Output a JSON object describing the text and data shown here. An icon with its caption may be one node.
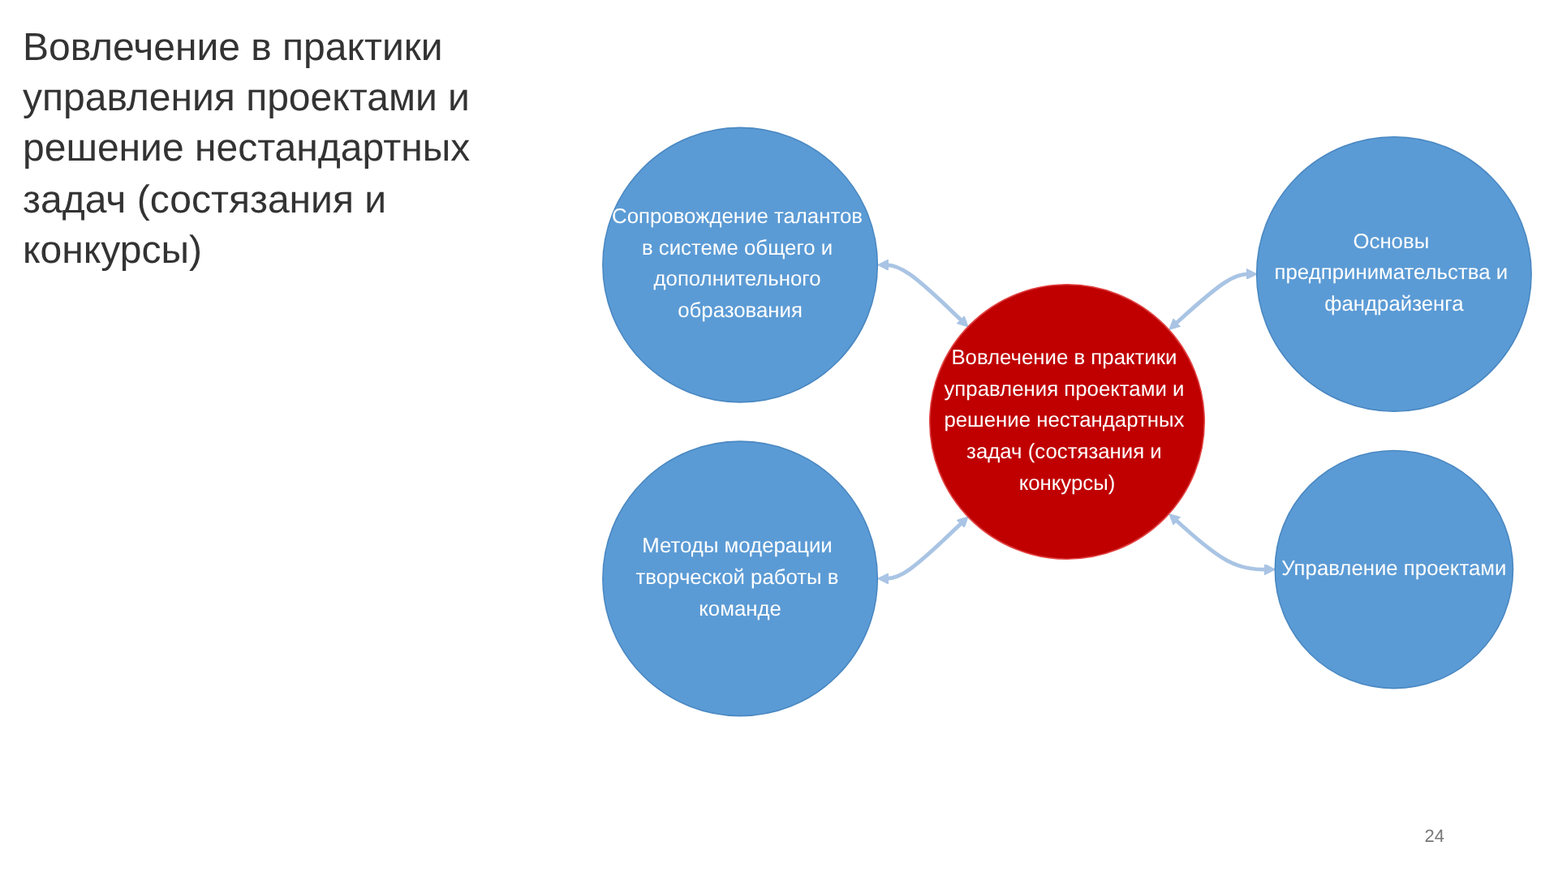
{
  "diagram": {
    "title": "Вовлечение в практики управления проектами и решение нестандартных задач (состязания и конкурсы)",
    "nodes": [
      {
        "text": [
          "Сопровождение талантов в системе общего и дополнительного образования"
        ]
      },
      {
        "text": [
          "Методы модерации творческой работы в команде"
        ]
      },
      {
        "text": [
          "Вовлечение в практики управления проектами и решение нестандартных задач (состязания и конкурсы)"
        ]
      },
      {
        "text": [
          "Основы предпринимательства и фандрайзенга"
        ]
      },
      {
        "text": [
          "Управление проектами"
        ]
      }
    ],
    "edges": [
      {
        "from": 0,
        "to": 2,
        "arrow": "both"
      },
      {
        "from": 1,
        "to": 2,
        "arrow": "both"
      },
      {
        "from": 2,
        "to": 3,
        "arrow": "both"
      },
      {
        "from": 2,
        "to": 4,
        "arrow": "both"
      }
    ],
    "labels": [
      "24"
    ]
  }
}
